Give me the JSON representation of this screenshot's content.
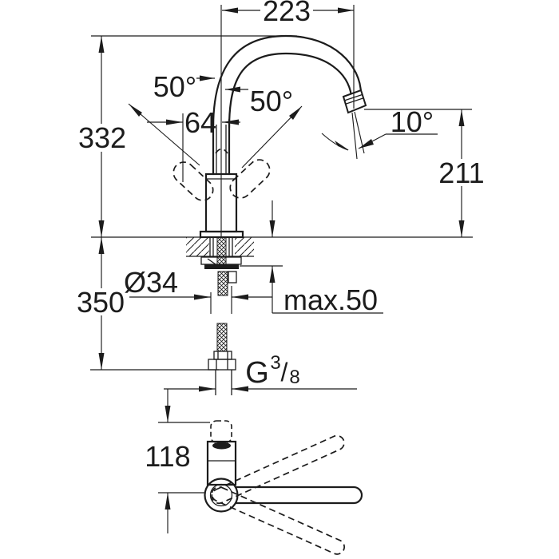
{
  "drawing": {
    "background": "#ffffff",
    "ink": "#1c1c1c",
    "labels": {
      "spout_reach": "223",
      "angle_left": "50°",
      "angle_right": "50°",
      "width_64": "64",
      "outlet_angle": "10°",
      "height_332": "332",
      "height_211": "211",
      "hole_dia": "Ø34",
      "max_thickness": "max.50",
      "hose_350": "350",
      "thread_main": "G",
      "thread_numerator": "3",
      "thread_slash": "/",
      "thread_denominator": "8",
      "base_118": "118"
    }
  }
}
